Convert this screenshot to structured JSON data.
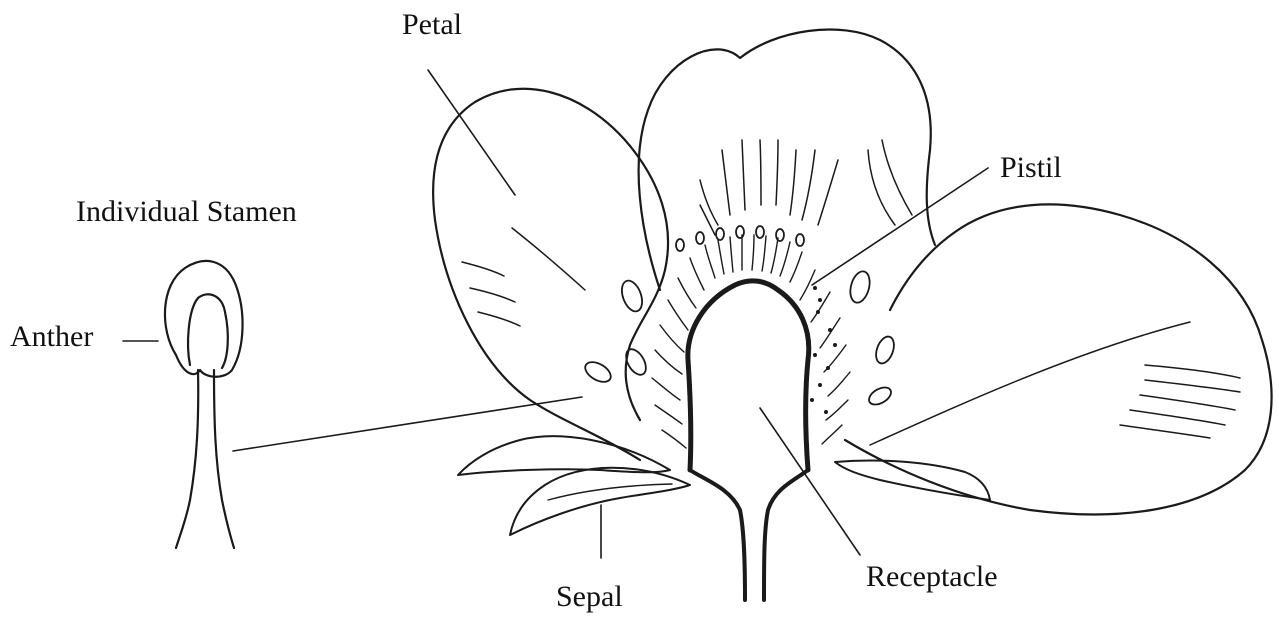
{
  "labels": {
    "petal": "Petal",
    "pistil": "Pistil",
    "individual_stamen": "Individual Stamen",
    "anther": "Anther",
    "sepal": "Sepal",
    "receptacle": "Receptacle"
  }
}
